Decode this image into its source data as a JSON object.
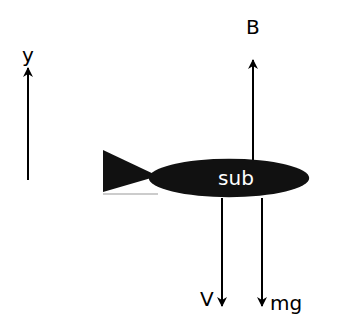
{
  "diagram": {
    "nodes": [
      {
        "text": [
          "sub"
        ]
      }
    ],
    "labels": [
      "y",
      "B",
      "V",
      "mg"
    ]
  }
}
